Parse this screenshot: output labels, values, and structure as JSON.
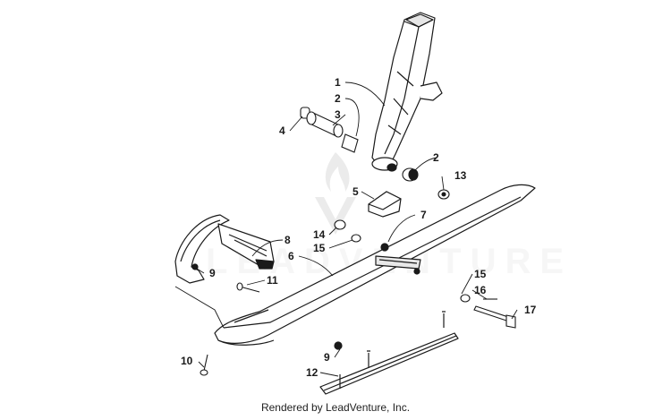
{
  "diagram": {
    "watermark": "LEADVENTURE",
    "footer_text": "Rendered by LeadVenture, Inc."
  },
  "callouts": [
    "1",
    "2",
    "3",
    "4",
    "2",
    "13",
    "5",
    "7",
    "14",
    "15",
    "8",
    "6",
    "9",
    "11",
    "15",
    "16",
    "17",
    "10",
    "9",
    "12"
  ]
}
